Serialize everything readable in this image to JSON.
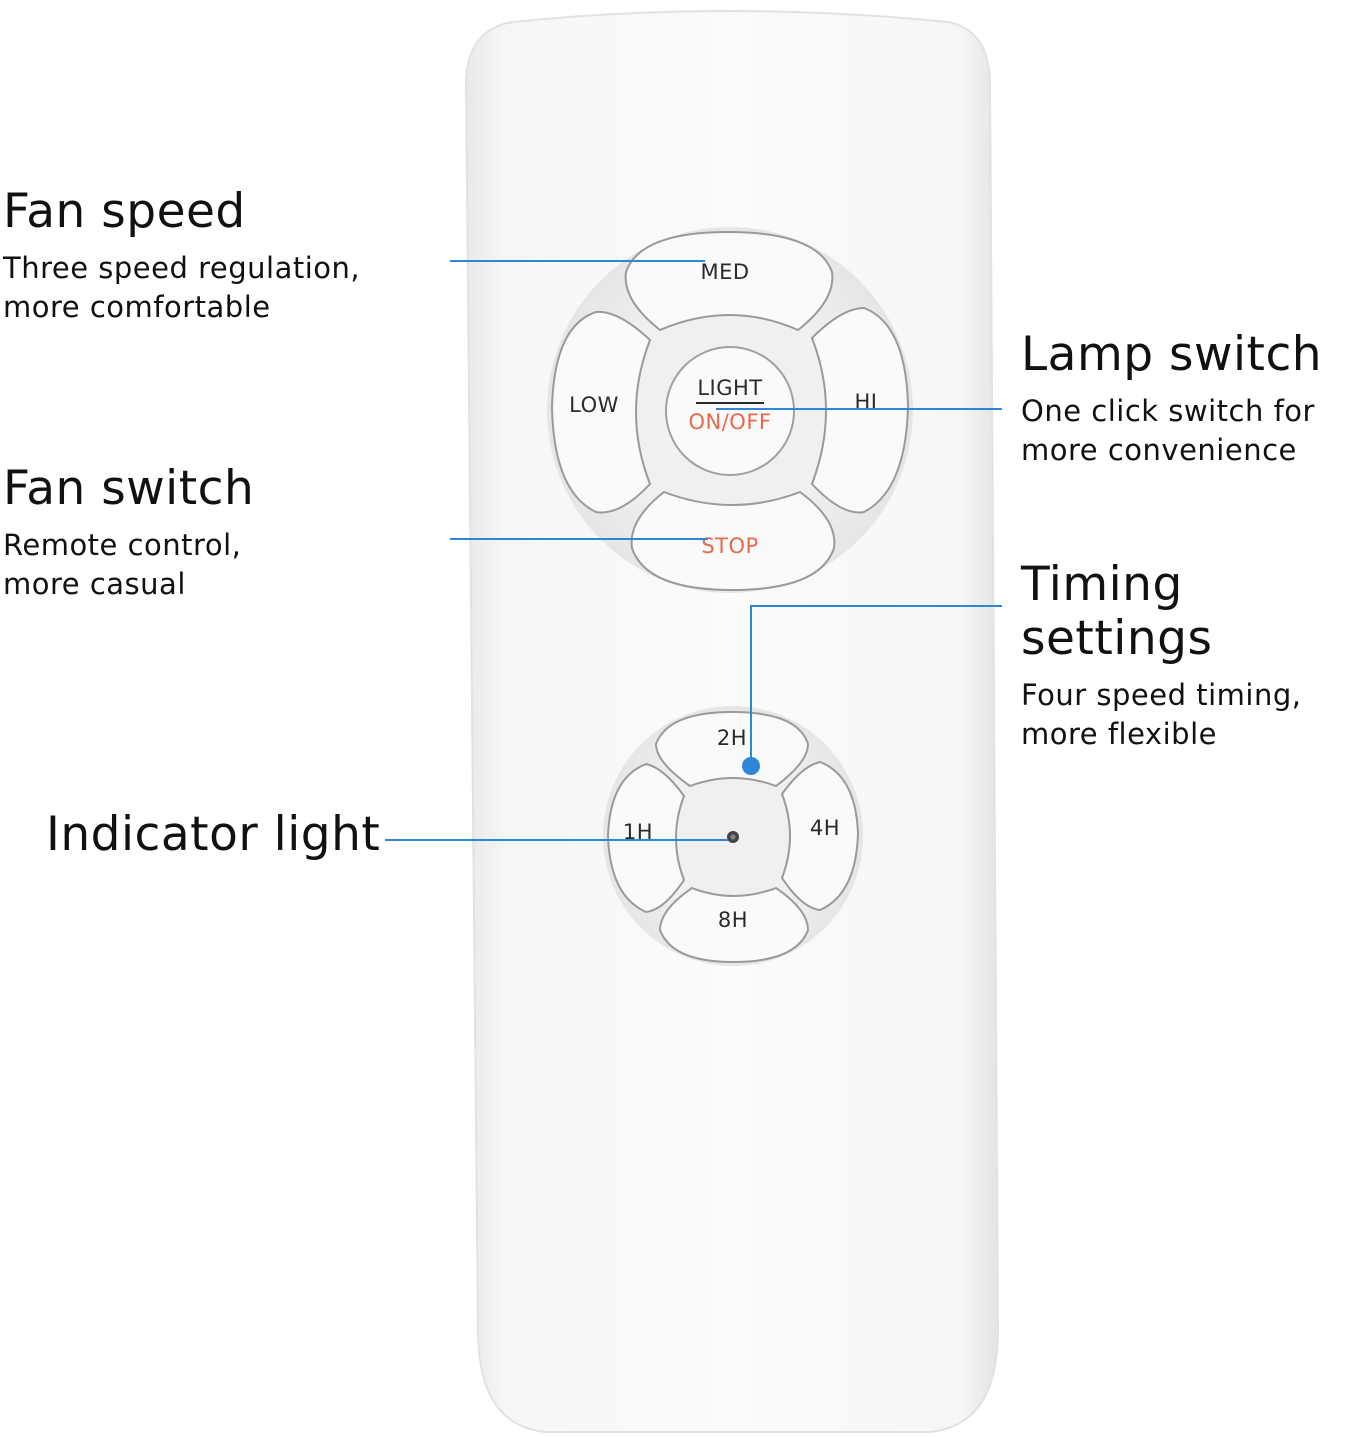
{
  "callouts": {
    "fan_speed": {
      "title": "Fan speed",
      "lines": [
        "Three speed regulation,",
        "more comfortable"
      ]
    },
    "fan_switch": {
      "title": "Fan switch",
      "lines": [
        "Remote control,",
        "more casual"
      ]
    },
    "indicator": {
      "title": "Indicator light"
    },
    "lamp_switch": {
      "title": "Lamp switch",
      "lines": [
        "One click switch for",
        "more convenience"
      ]
    },
    "timing": {
      "title": "Timing settings",
      "lines": [
        "Four speed timing,",
        "more flexible"
      ]
    }
  },
  "buttons": {
    "med": "MED",
    "low": "LOW",
    "hi": "HI",
    "light": "LIGHT",
    "onoff": "ON/OFF",
    "stop": "STOP",
    "t2h": "2H",
    "t1h": "1H",
    "t4h": "4H",
    "t8h": "8H"
  },
  "colors": {
    "leader_line": "#2d86d8",
    "accent_red": "#e8694a",
    "remote_body": "#f7f7f7"
  }
}
